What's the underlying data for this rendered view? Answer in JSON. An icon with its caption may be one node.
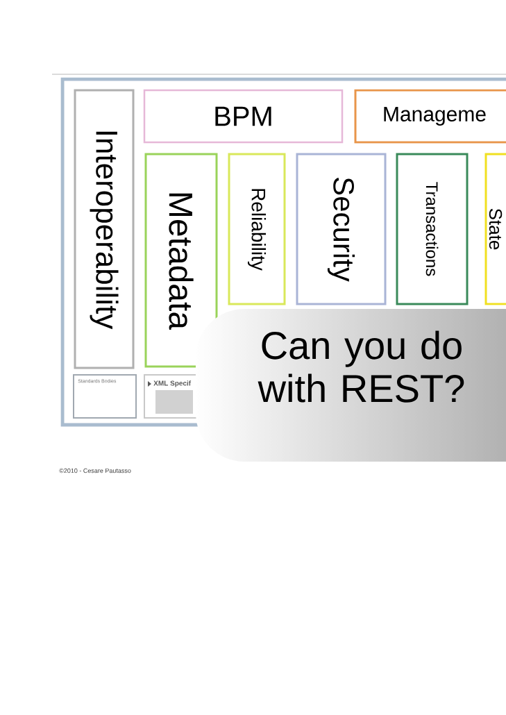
{
  "diagram": {
    "nodes": [
      {
        "text": [
          "Interoperability"
        ]
      },
      {
        "text": [
          "BPM"
        ]
      },
      {
        "text": [
          "Manageme"
        ]
      },
      {
        "text": [
          "Metadata"
        ]
      },
      {
        "text": [
          "Reliability"
        ]
      },
      {
        "text": [
          "Security"
        ]
      },
      {
        "text": [
          "Transactions"
        ]
      },
      {
        "text": [
          "State"
        ]
      },
      {
        "text": [
          "Standards Bodies"
        ]
      },
      {
        "text": [
          "XML Specif"
        ]
      },
      {
        "text": [
          "Can you do with REST?"
        ]
      }
    ],
    "labels": [
      "©2010 - Cesare Pautasso"
    ]
  }
}
